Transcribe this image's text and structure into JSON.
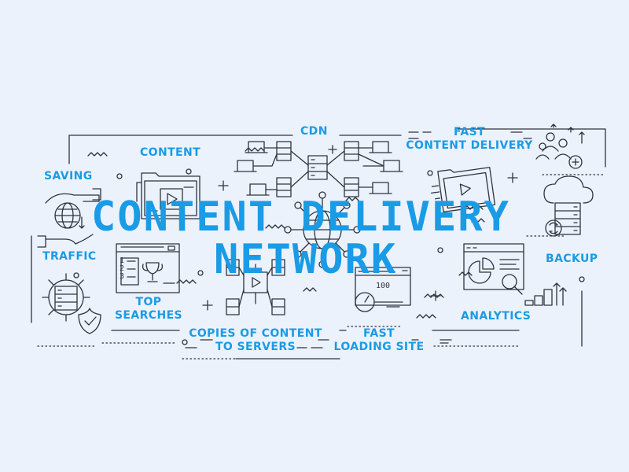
{
  "title": {
    "line1": "CONTENT DELIVERY",
    "line2": "NETWORK"
  },
  "labels": {
    "cdn": "CDN",
    "content": "CONTENT",
    "fast_content_delivery_1": "FAST",
    "fast_content_delivery_2": "CONTENT DELIVERY",
    "saving": "SAVING",
    "traffic": "TRAFFIC",
    "backup": "BACKUP",
    "top_searches_1": "TOP",
    "top_searches_2": "SEARCHES",
    "analytics": "ANALYTICS",
    "copies_1": "COPIES OF CONTENT",
    "copies_2": "TO SERVERS",
    "fast_loading_1": "FAST",
    "fast_loading_2": "LOADING SITE"
  },
  "speed_meter_value": "100",
  "search_ranking": [
    "1",
    "2",
    "3"
  ],
  "colors": {
    "background": "#ECF2FB",
    "accent": "#1A9BE6",
    "line": "#2B3440"
  },
  "icons": [
    "folder-video-icon",
    "network-servers-icon",
    "team-growth-icon",
    "hand-globe-icon",
    "globe-network-icon",
    "cloud-backup-icon",
    "search-ranking-icon",
    "video-network-icon",
    "speed-meter-icon",
    "analytics-report-icon",
    "server-security-icon",
    "growth-chart-icon"
  ]
}
